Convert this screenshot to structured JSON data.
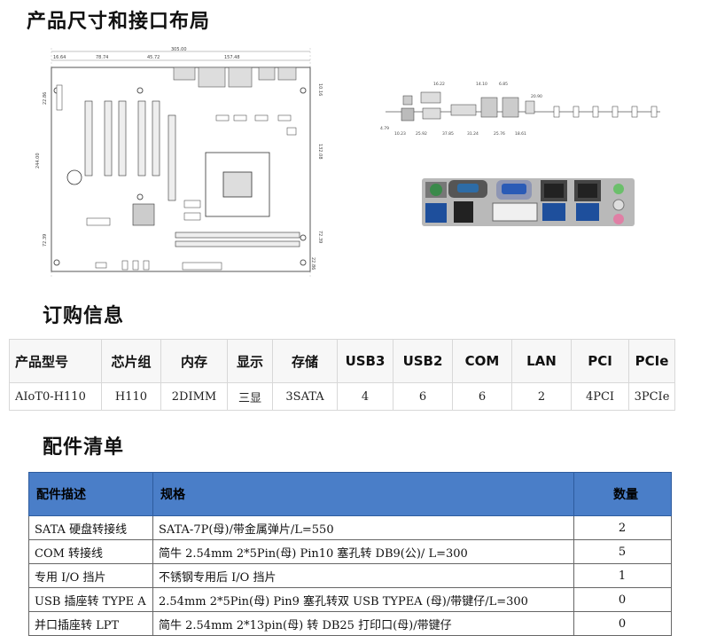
{
  "sections": {
    "dimensions_title": "产品尺寸和接口布局",
    "order_title": "订购信息",
    "accessories_title": "配件清单"
  },
  "drawing": {
    "top_dims": [
      "16.64",
      "78.74",
      "305.00",
      "45.72",
      "157.48"
    ],
    "right_dims": [
      "10.16",
      "132.08",
      "72.39",
      "22.86"
    ],
    "left_dims": [
      "244.00",
      "22.86",
      "72.39"
    ],
    "io_top_dims": [
      "16.22",
      "14.10",
      "6.85",
      "20.90"
    ],
    "io_bottom_dims": [
      "4.79",
      "10.23",
      "25.92",
      "37.85",
      "31.24",
      "25.76",
      "18.61"
    ]
  },
  "order": {
    "headers": [
      "产品型号",
      "芯片组",
      "内存",
      "显示",
      "存储",
      "USB3",
      "USB2",
      "COM",
      "LAN",
      "PCI",
      "PCIe"
    ],
    "row": [
      "AIoT0-H110",
      "H110",
      "2DIMM",
      "三显",
      "3SATA",
      "4",
      "6",
      "6",
      "2",
      "4PCI",
      "3PCIe"
    ]
  },
  "accessories": {
    "headers": {
      "desc": "配件描述",
      "spec": "规格",
      "qty": "数量"
    },
    "rows": [
      {
        "desc": "SATA 硬盘转接线",
        "spec": "SATA-7P(母)/带金属弹片/L=550",
        "qty": "2"
      },
      {
        "desc": "COM 转接线",
        "spec": "简牛 2.54mm 2*5Pin(母) Pin10 塞孔转 DB9(公)/ L=300",
        "qty": "5"
      },
      {
        "desc": "专用 I/O 挡片",
        "spec": "不锈钢专用后 I/O 挡片",
        "qty": "1"
      },
      {
        "desc": "USB 插座转 TYPE A",
        "spec": "2.54mm 2*5Pin(母) Pin9 塞孔转双 USB TYPEA (母)/带键仔/L=300",
        "qty": "0"
      },
      {
        "desc": "并口插座转 LPT",
        "spec": "简牛 2.54mm 2*13pin(母) 转 DB25 打印口(母)/带键仔",
        "qty": "0"
      }
    ]
  }
}
